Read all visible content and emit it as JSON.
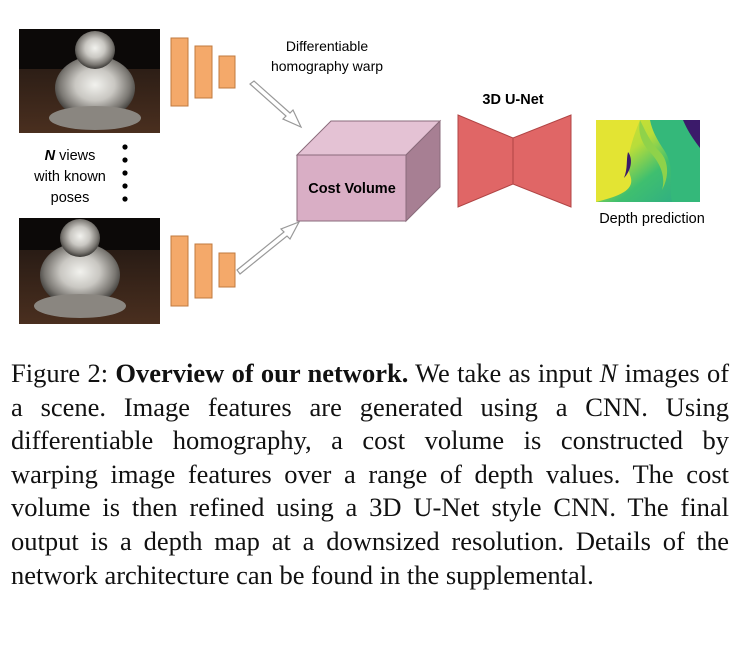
{
  "figure": {
    "warp_label_line1": "Differentiable",
    "warp_label_line2": "homography warp",
    "unet_label": "3D U-Net",
    "cost_volume_label": "Cost Volume",
    "views_label_n": "N",
    "views_label_line1_rest": " views",
    "views_label_line2": "with known",
    "views_label_line3": "poses",
    "depth_label": "Depth prediction",
    "colors": {
      "feature_map": "#f4a96a",
      "feature_map_stroke": "#c07a3f",
      "cost_volume_front": "#d9aec5",
      "cost_volume_top": "#e4c2d4",
      "cost_volume_side": "#a77f93",
      "unet": "#e06666",
      "unet_stroke": "#b04444"
    }
  },
  "caption": {
    "figure_label": "Figure 2:",
    "bold_title": "Overview of our network.",
    "text_part1": "We take as input",
    "math_n": "N",
    "text_part2": "images of a scene.  Image features are generated using a CNN. Using differentiable homography, a cost volume is constructed by warping image features over a range of depth values. The cost volume is then refined using a 3D U-Net style CNN. The final output is a depth map at a downsized resolution. Details of the network architecture can be found in the supplemental."
  }
}
